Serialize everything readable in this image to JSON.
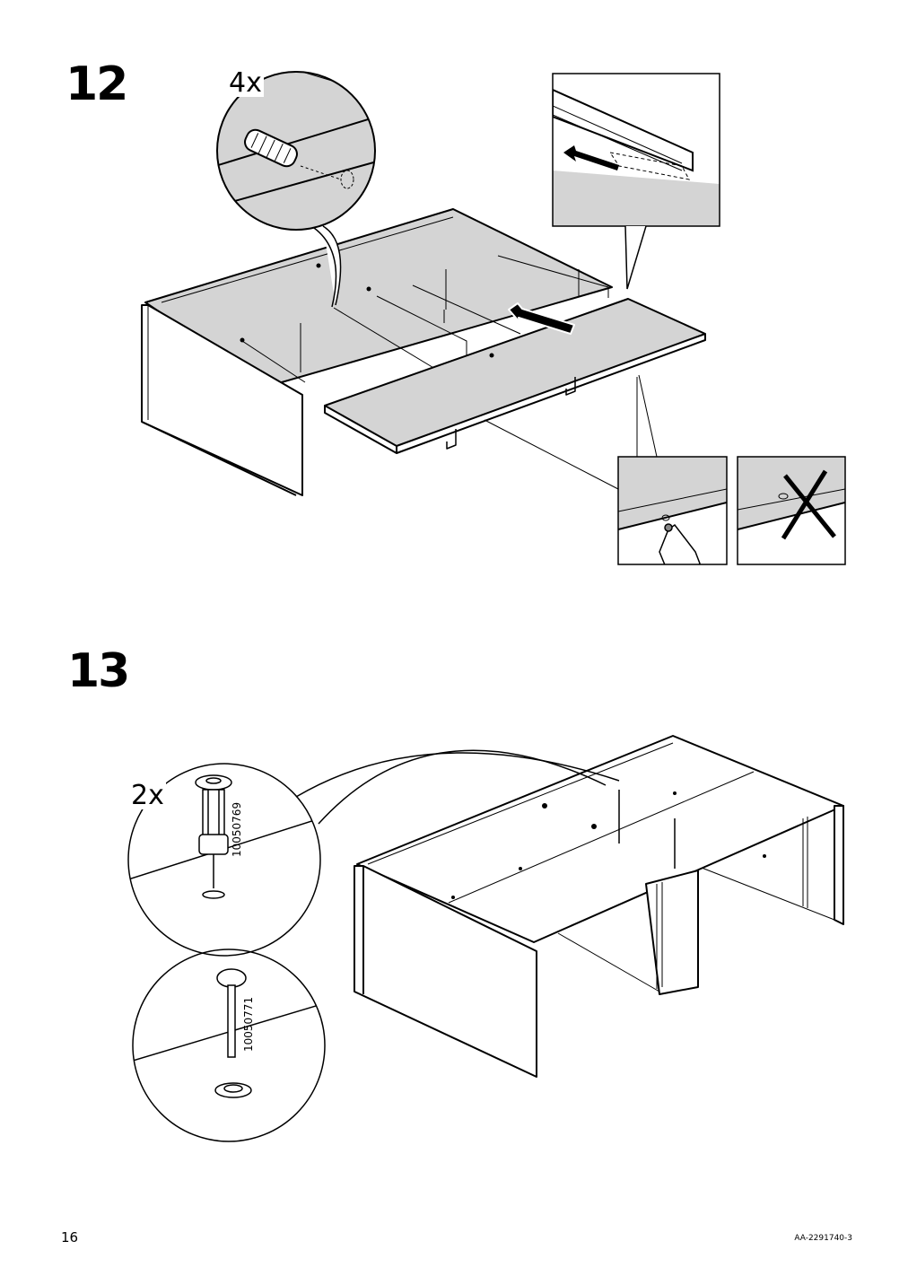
{
  "page": {
    "number": "16",
    "doc_code": "AA-2291740-3"
  },
  "steps": [
    {
      "number": "12",
      "quantity": "4x",
      "icons": [
        "dowel-icon",
        "slide-arrow-icon",
        "finger-push-icon",
        "wrong-cross-icon"
      ]
    },
    {
      "number": "13",
      "quantity": "2x",
      "parts": [
        "10050769",
        "10050771"
      ],
      "icons": [
        "expansion-plug-icon",
        "pin-icon",
        "cover-cap-icon"
      ]
    }
  ],
  "colors": {
    "panel_fill": "#d4d4d4",
    "line": "#000000",
    "background": "#ffffff"
  }
}
